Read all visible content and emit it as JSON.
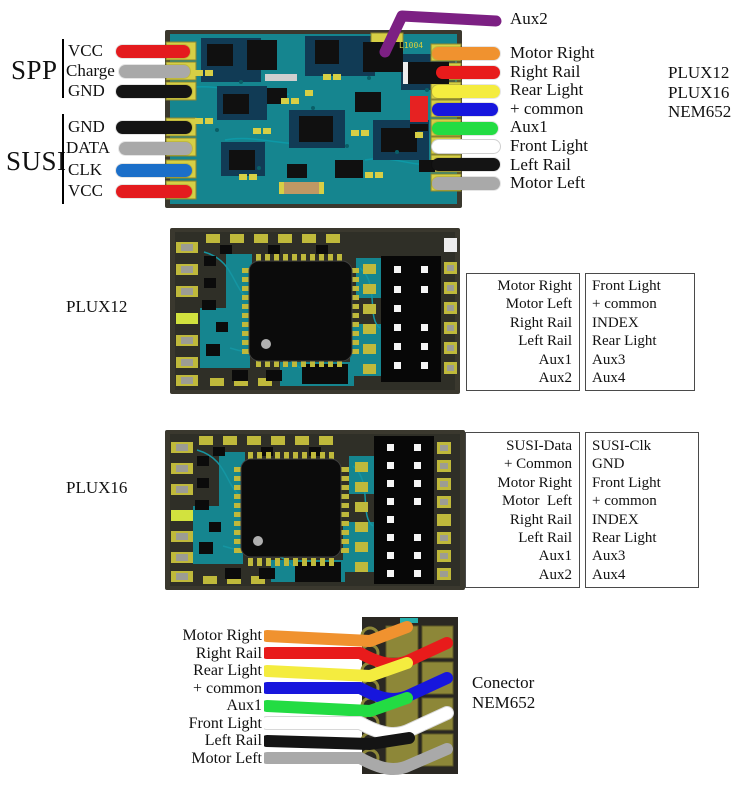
{
  "top": {
    "spp": {
      "label": "SPP",
      "pins": [
        {
          "label": "VCC",
          "color": "#e41b1e"
        },
        {
          "label": "Charge",
          "color": "#a9a9a9"
        },
        {
          "label": "GND",
          "color": "#141414"
        }
      ]
    },
    "susi": {
      "label": "SUSI",
      "pins": [
        {
          "label": "GND",
          "color": "#141414"
        },
        {
          "label": "DATA",
          "color": "#a9a9a9"
        },
        {
          "label": "CLK",
          "color": "#1b6fc9"
        },
        {
          "label": "VCC",
          "color": "#e41b1e"
        }
      ]
    },
    "aux2": {
      "label": "Aux2",
      "color": "#7c2083"
    },
    "right_pins": [
      {
        "label": "Motor Right",
        "color": "#f0922f"
      },
      {
        "label": "Right Rail",
        "color": "#e81b1b"
      },
      {
        "label": "Rear Light",
        "color": "#f4ec3f"
      },
      {
        "label": "+ common",
        "color": "#1716dd"
      },
      {
        "label": "Aux1",
        "color": "#23dc43"
      },
      {
        "label": "Front Light",
        "color": "#ffffff"
      },
      {
        "label": "Left Rail",
        "color": "#141414"
      },
      {
        "label": "Motor Left",
        "color": "#a9a9a9"
      }
    ],
    "standards": [
      "PLUX12",
      "PLUX16",
      "NEM652"
    ],
    "board_marking": "L1004"
  },
  "plux12": {
    "label": "PLUX12",
    "left_column": [
      "Motor Right",
      "Motor Left",
      "Right Rail",
      "Left Rail",
      "Aux1",
      "Aux2"
    ],
    "right_column": [
      "Front Light",
      "+ common",
      "INDEX",
      "Rear Light",
      "Aux3",
      "Aux4"
    ]
  },
  "plux16": {
    "label": "PLUX16",
    "left_column": [
      "SUSI-Data",
      "+ Common",
      "Motor Right",
      "Motor  Left",
      "Right Rail",
      "Left Rail",
      "Aux1",
      "Aux2"
    ],
    "right_column": [
      "SUSI-Clk",
      "GND",
      "Front Light",
      "+ common",
      "INDEX",
      "Rear Light",
      "Aux3",
      "Aux4"
    ]
  },
  "nem652": {
    "title_line1": "Conector",
    "title_line2": "NEM652",
    "pins": [
      {
        "label": "Motor Right",
        "color": "#f0922f"
      },
      {
        "label": "Right Rail",
        "color": "#e81b1b"
      },
      {
        "label": "Rear Light",
        "color": "#f4ec3f"
      },
      {
        "label": "+ common",
        "color": "#1716dd"
      },
      {
        "label": "Aux1",
        "color": "#23dc43"
      },
      {
        "label": "Front Light",
        "color": "#ffffff"
      },
      {
        "label": "Left Rail",
        "color": "#141414"
      },
      {
        "label": "Motor Left",
        "color": "#a9a9a9"
      }
    ]
  }
}
